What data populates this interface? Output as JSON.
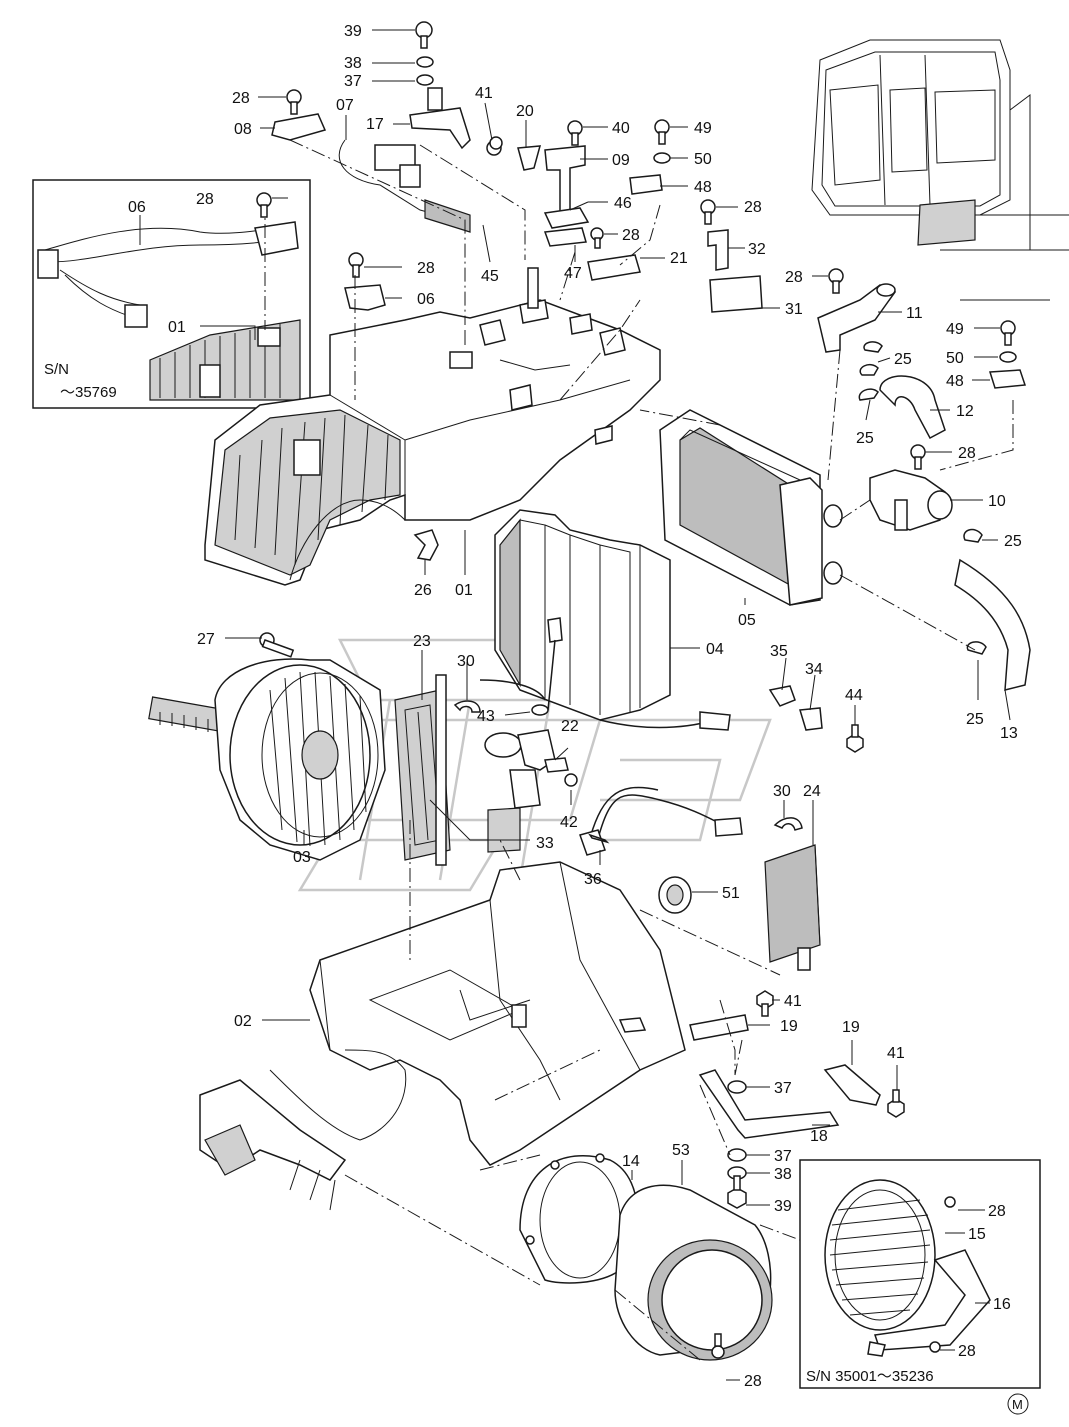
{
  "callouts": {
    "c39a": "39",
    "c38a": "38",
    "c37a": "37",
    "c28a": "28",
    "c07": "07",
    "c41a": "41",
    "c20": "20",
    "c08": "08",
    "c17": "17",
    "c40": "40",
    "c49a": "49",
    "c09": "09",
    "c50a": "50",
    "c48a": "48",
    "c28b": "28",
    "c06a": "06",
    "c46": "46",
    "c28c": "28",
    "c28d": "28",
    "c47": "47",
    "c21": "21",
    "c32": "32",
    "c28e": "28",
    "c45": "45",
    "c06b": "06",
    "c31": "31",
    "c28f": "28",
    "c11": "11",
    "c01a": "01",
    "c49b": "49",
    "c50b": "50",
    "c48b": "48",
    "c25a": "25",
    "c12": "12",
    "c25b": "25",
    "c28g": "28",
    "c10": "10",
    "c25c": "25",
    "c26": "26",
    "c01b": "01",
    "c05": "05",
    "c04": "04",
    "c27": "27",
    "c23": "23",
    "c30a": "30",
    "c35": "35",
    "c34": "34",
    "c44": "44",
    "c25d": "25",
    "c13": "13",
    "c43": "43",
    "c22": "22",
    "c42": "42",
    "c03": "03",
    "c33": "33",
    "c30b": "30",
    "c24": "24",
    "c36": "36",
    "c51": "51",
    "c41b": "41",
    "c02": "02",
    "c19a": "19",
    "c19b": "19",
    "c41c": "41",
    "c37b": "37",
    "c18": "18",
    "c37c": "37",
    "c38b": "38",
    "c14": "14",
    "c53": "53",
    "c39b": "39",
    "c28h": "28",
    "c15": "15",
    "c16": "16",
    "c28i": "28",
    "c28j": "28"
  },
  "notes": {
    "sn_top_line1": "S/N",
    "sn_top_line2": "～35769",
    "sn_bottom": "S/N  35001～35236",
    "mark": "M"
  }
}
